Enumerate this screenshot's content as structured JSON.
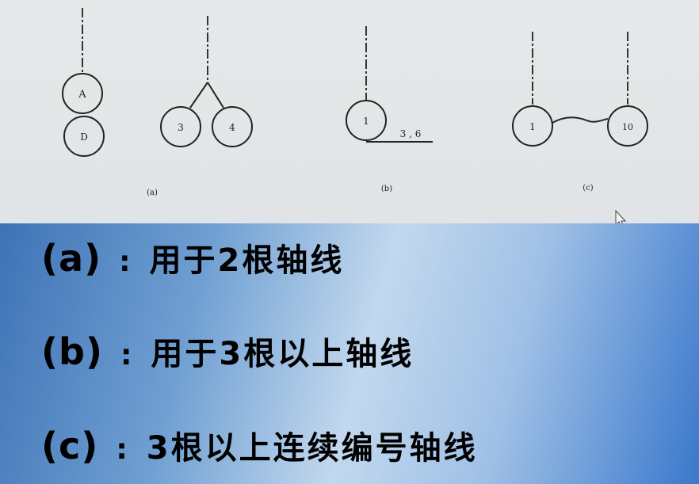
{
  "diagram": {
    "bubble_a_top": "A",
    "bubble_a_bottom": "D",
    "bubble_a_left": "3",
    "bubble_a_right": "4",
    "bubble_b": "1",
    "bubble_b_note": "3 , 6",
    "bubble_c_left": "1",
    "bubble_c_right": "10",
    "caption_a": "(a)",
    "caption_b": "(b)",
    "caption_c": "(c)"
  },
  "captions": [
    {
      "label": "(a)",
      "colon": ":",
      "text": "用于2根轴线"
    },
    {
      "label": "(b)",
      "colon": ":",
      "text": "用于3根以上轴线"
    },
    {
      "label": "(c)",
      "colon": ":",
      "text": "3根以上连续编号轴线"
    }
  ]
}
